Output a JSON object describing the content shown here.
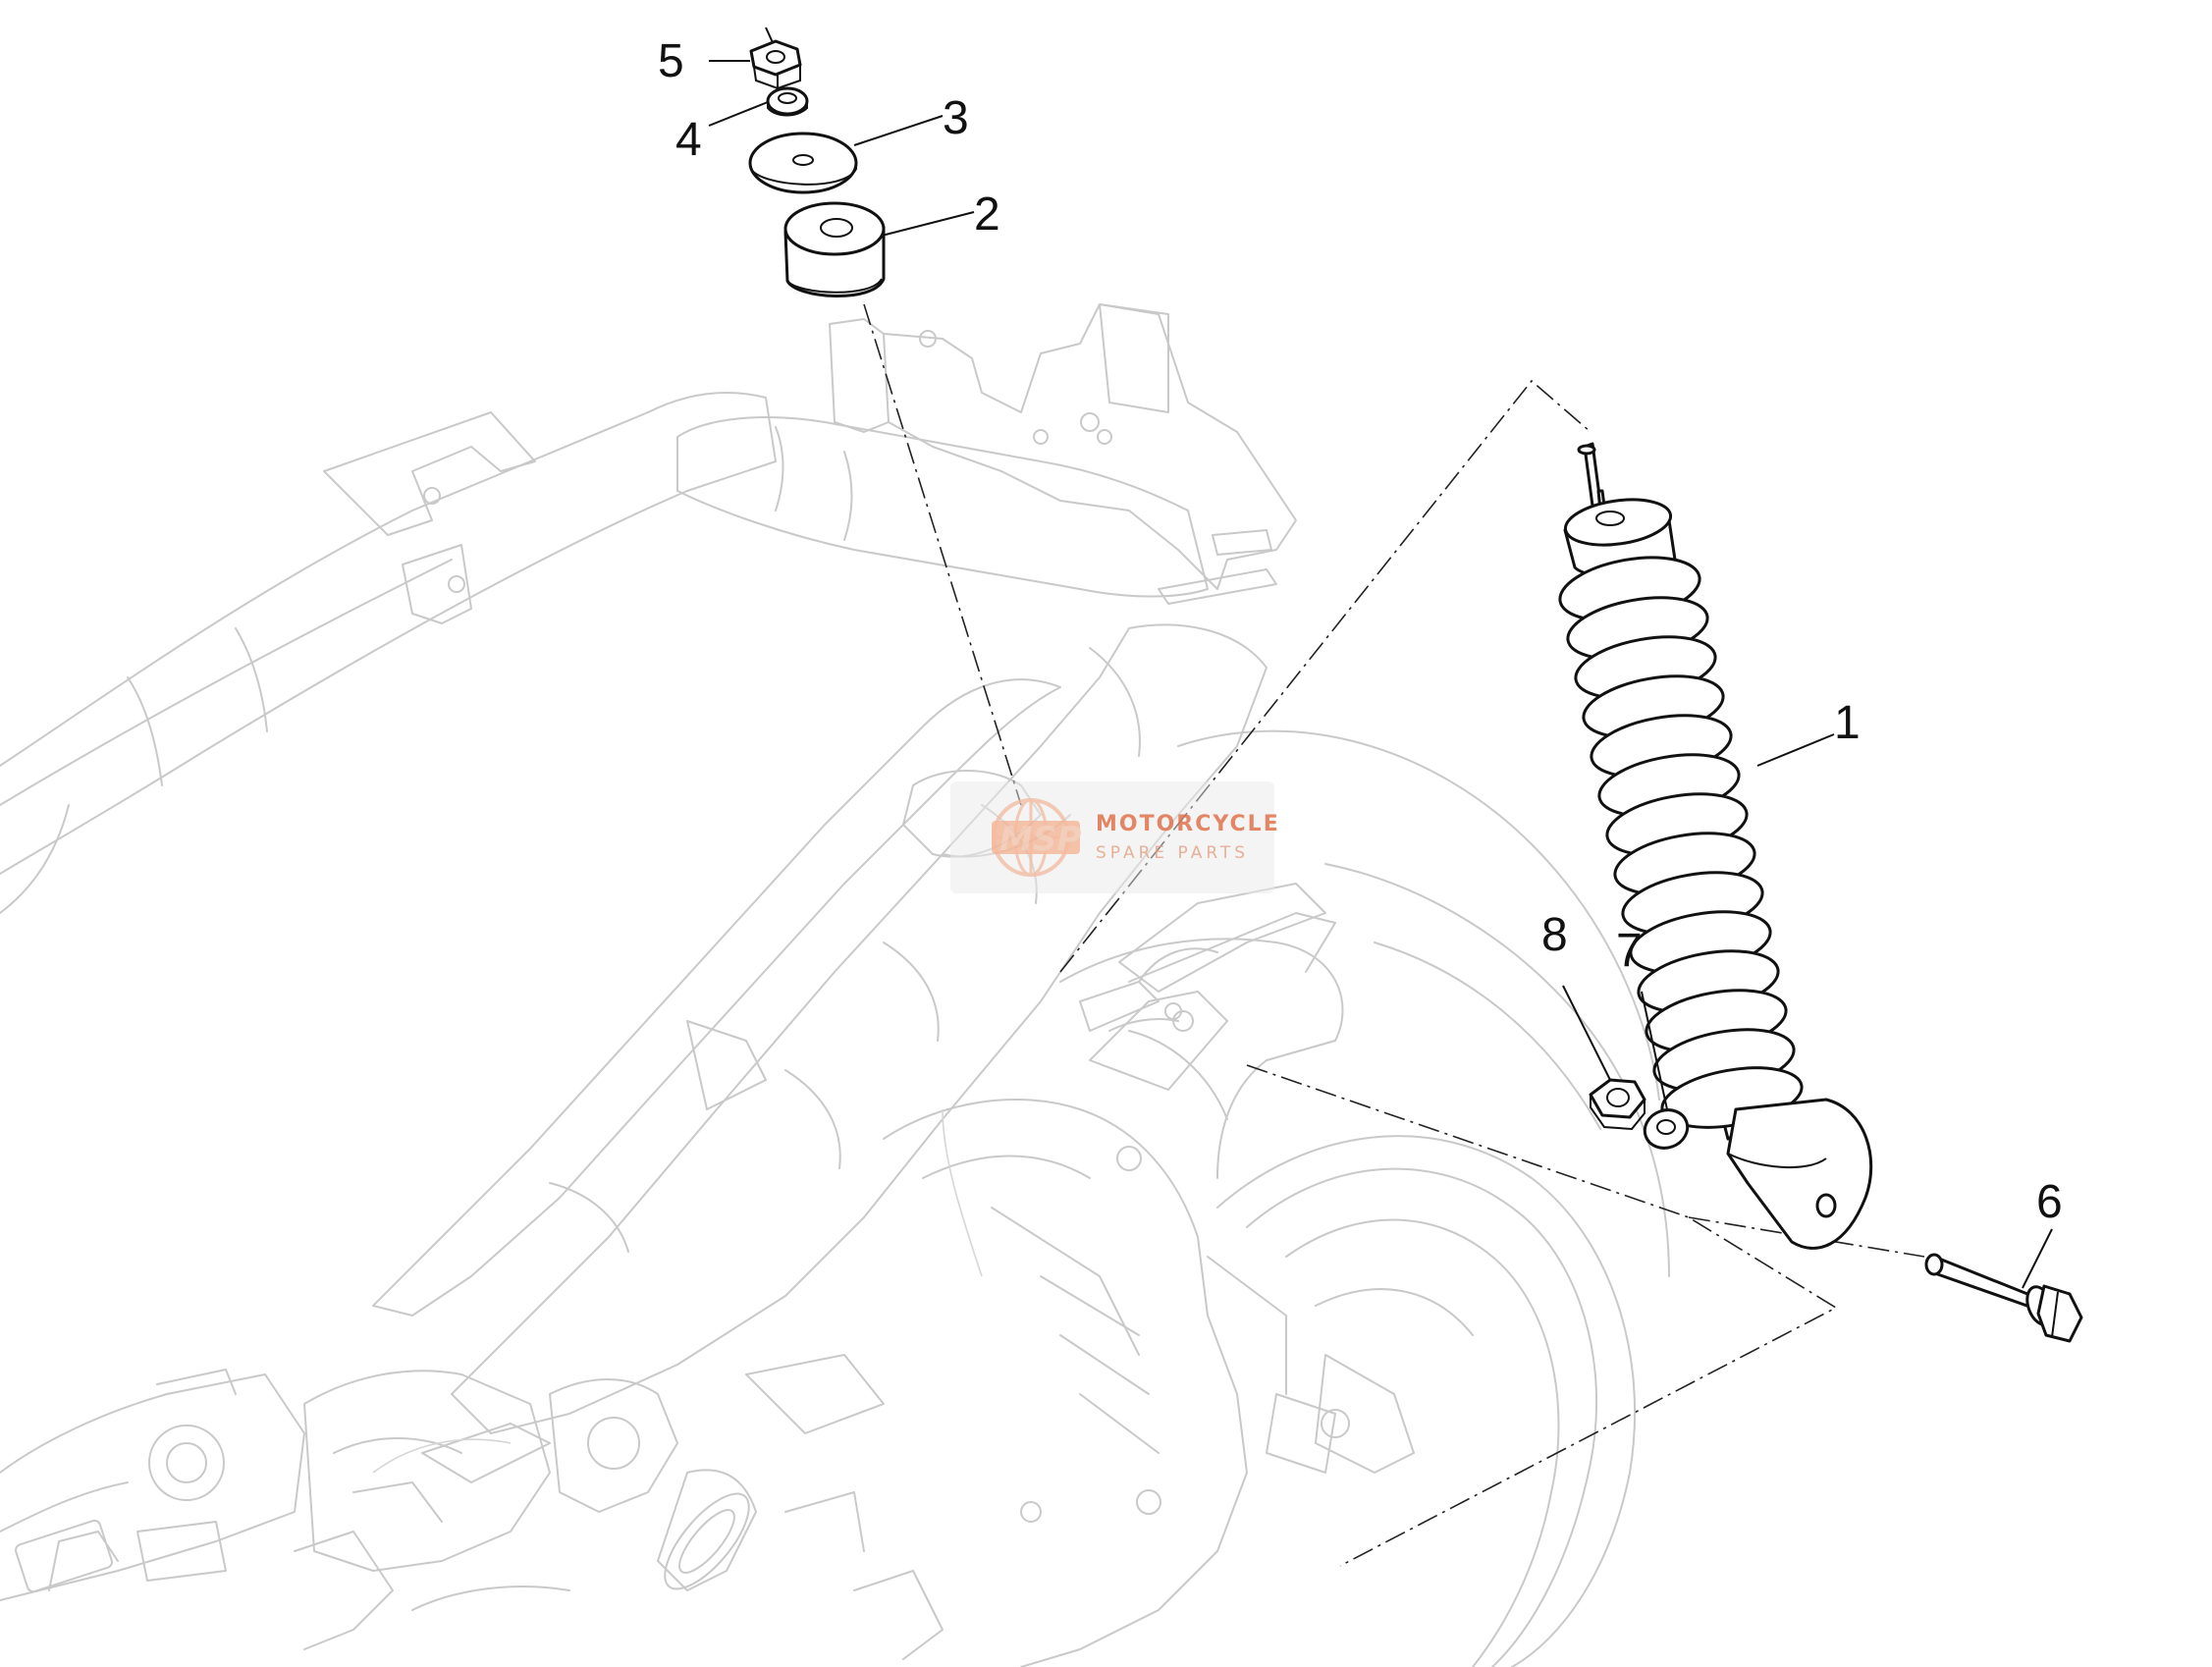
{
  "diagram": {
    "callouts": [
      {
        "id": "1",
        "label": "1"
      },
      {
        "id": "2",
        "label": "2"
      },
      {
        "id": "3",
        "label": "3"
      },
      {
        "id": "4",
        "label": "4"
      },
      {
        "id": "5",
        "label": "5"
      },
      {
        "id": "6",
        "label": "6"
      },
      {
        "id": "7",
        "label": "7"
      },
      {
        "id": "8",
        "label": "8"
      }
    ]
  },
  "watermark": {
    "mark": "MSP",
    "line1": "MOTORCYCLE",
    "line2": "SPARE PARTS"
  }
}
